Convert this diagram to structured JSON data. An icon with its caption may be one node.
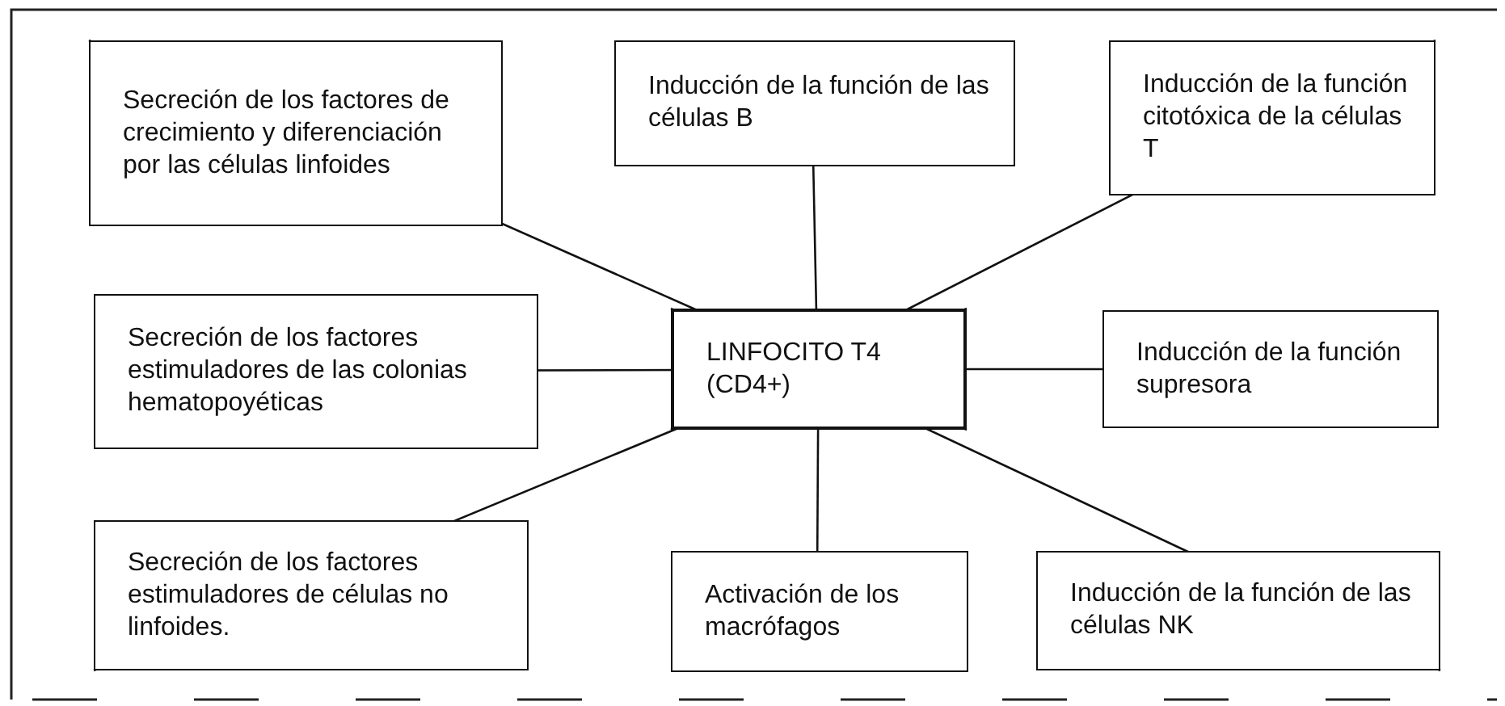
{
  "diagram": {
    "nodes": [
      {
        "text": [
          "Secreción de los factores de crecimiento y diferenciación por las células linfoides"
        ]
      },
      {
        "text": [
          "Inducción de la función de las células B"
        ]
      },
      {
        "text": [
          "Inducción de la función citotóxica de la células T"
        ]
      },
      {
        "text": [
          "Secreción de los factores estimuladores de las colonias hematopoyéticas"
        ]
      },
      {
        "text": [
          "LINFOCITO T4 (CD4+)"
        ]
      },
      {
        "text": [
          "Inducción de la función supresora"
        ]
      },
      {
        "text": [
          "Secreción de los factores estimuladores de células no linfoides."
        ]
      },
      {
        "text": [
          "Activación de los macrófagos"
        ]
      },
      {
        "text": [
          "Inducción de la función de las células NK"
        ]
      }
    ],
    "edges": [
      {
        "from": 4,
        "to": 0,
        "arrow": "none"
      },
      {
        "from": 4,
        "to": 1,
        "arrow": "none"
      },
      {
        "from": 4,
        "to": 2,
        "arrow": "none"
      },
      {
        "from": 4,
        "to": 3,
        "arrow": "none"
      },
      {
        "from": 4,
        "to": 5,
        "arrow": "none"
      },
      {
        "from": 4,
        "to": 6,
        "arrow": "none"
      },
      {
        "from": 4,
        "to": 7,
        "arrow": "none"
      },
      {
        "from": 4,
        "to": 8,
        "arrow": "none"
      }
    ]
  }
}
